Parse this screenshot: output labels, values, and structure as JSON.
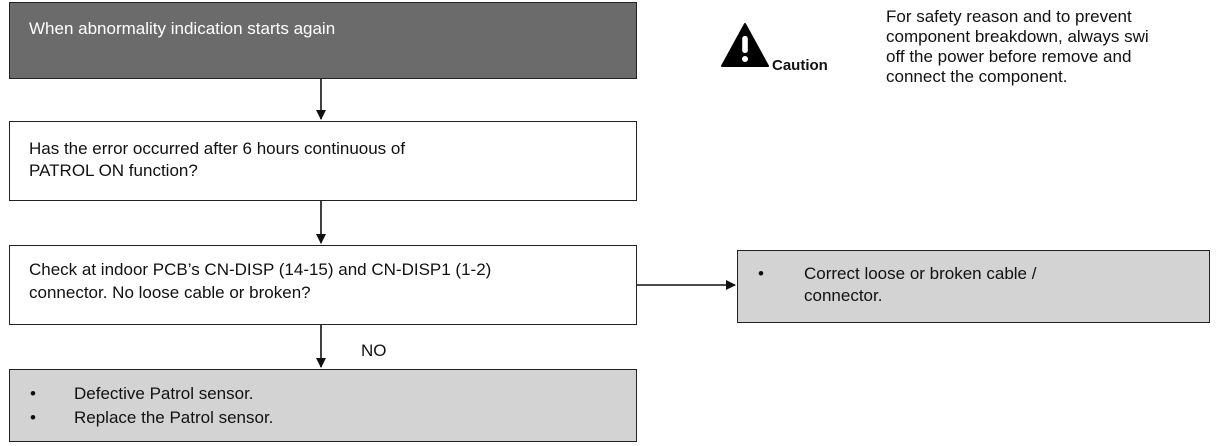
{
  "flow": {
    "start": "When abnormality indication starts again",
    "question": [
      "Has the error occurred after 6 hours continuous of",
      "PATROL ON function?"
    ],
    "check": [
      "Check at indoor PCB’s CN-DISP (14-15) and CN-DISP1 (1-2)",
      "connector. No loose cable or broken?"
    ],
    "no_label": "NO",
    "result": {
      "bullets": [
        "Defective Patrol sensor.",
        "Replace the Patrol sensor."
      ]
    },
    "action": {
      "bullet_lines": [
        "Correct loose or broken cable /",
        "connector."
      ]
    }
  },
  "caution": {
    "icon": "warning-triangle",
    "label": "Caution",
    "lines": [
      "For safety reason and to prevent",
      "component breakdown, always swi",
      "off the power before remove and",
      "connect the component."
    ]
  },
  "bullet_symbol": "•"
}
